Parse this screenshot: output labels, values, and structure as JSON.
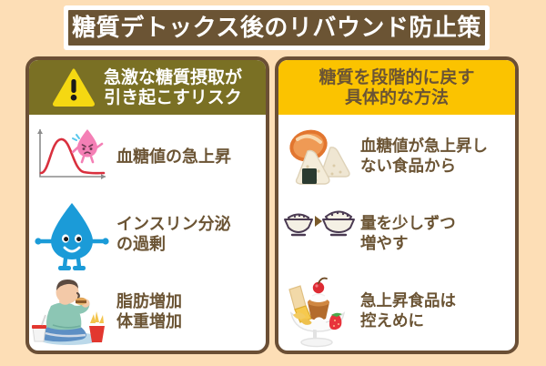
{
  "page": {
    "background_color": "#FDDEB6",
    "title": "糖質デトックス後のリバウンド防止策",
    "title_band_color": "#6B5434",
    "title_text_color": "#FFFFFF"
  },
  "panels": [
    {
      "id": "risk",
      "header": {
        "text": "急激な糖質摂取が\n引き起こすリスク",
        "background_color": "#7A7024",
        "text_color": "#FFFFFF",
        "icon": "warning-triangle-icon"
      },
      "items": [
        {
          "label": "血糖値の急上昇",
          "icon": "blood-sugar-spike-chart-icon"
        },
        {
          "label": "インスリン分泌\nの過剰",
          "icon": "blue-water-drop-character-icon"
        },
        {
          "label": "脂肪増加\n体重増加",
          "icon": "overweight-person-eating-fast-food-icon"
        }
      ]
    },
    {
      "id": "howto",
      "header": {
        "text": "糖質を段階的に戻す\n具体的な方法",
        "background_color": "#FBC300",
        "text_color": "#6B5434",
        "icon": "none"
      },
      "items": [
        {
          "label": "血糖値が急上昇し\nない食品から",
          "icon": "bread-and-onigiri-icon"
        },
        {
          "label": "量を少しずつ\n増やす",
          "icon": "two-rice-bowls-increasing-icon"
        },
        {
          "label": "急上昇食品は\n控えめに",
          "icon": "parfait-dessert-icon"
        }
      ]
    }
  ],
  "colors": {
    "border_brown": "#6B4F35",
    "text_brown": "#6B5434",
    "warning_yellow": "#F5D812",
    "accent_amber": "#FBC300",
    "blood_red": "#D9303E",
    "drop_blue": "#1B9BD8"
  }
}
